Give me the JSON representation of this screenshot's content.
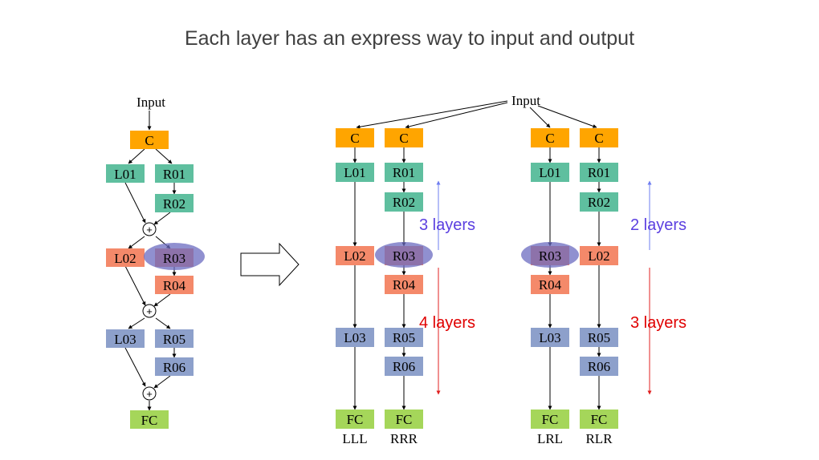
{
  "title": "Each layer has an express way to input and output",
  "colors": {
    "conv": "#FFA500",
    "block1": "#5FBF9F",
    "block2": "#F4896A",
    "block3": "#8DA0CB",
    "fc": "#A5D65A",
    "highlight": "#6B6BC0",
    "up_arrow": "#6D7CF0",
    "down_arrow": "#E02020",
    "note_blue": "#5B3FE0",
    "note_red": "#E00000"
  },
  "left_diagram": {
    "input_label": "Input",
    "nodes": {
      "c": "C",
      "l01": "L01",
      "r01": "R01",
      "r02": "R02",
      "l02": "L02",
      "r03": "R03",
      "r04": "R04",
      "l03": "L03",
      "r05": "R05",
      "r06": "R06",
      "fc": "FC"
    },
    "plus": "+"
  },
  "right_diagram": {
    "input_label": "Input",
    "columns": [
      {
        "name": "LLL",
        "nodes": [
          "C",
          "L01",
          "L02",
          "L03",
          "FC"
        ]
      },
      {
        "name": "RRR",
        "nodes": [
          "C",
          "R01",
          "R02",
          "R03",
          "R04",
          "R05",
          "R06",
          "FC"
        ]
      },
      {
        "name": "LRL",
        "nodes": [
          "C",
          "L01",
          "R03",
          "R04",
          "L03",
          "FC"
        ]
      },
      {
        "name": "RLR",
        "nodes": [
          "C",
          "R01",
          "R02",
          "L02",
          "R05",
          "R06",
          "FC"
        ]
      }
    ],
    "annotations": {
      "rrr_up": "3 layers",
      "rrr_down": "4 layers",
      "rlr_up": "2 layers",
      "rlr_down": "3 layers"
    }
  }
}
